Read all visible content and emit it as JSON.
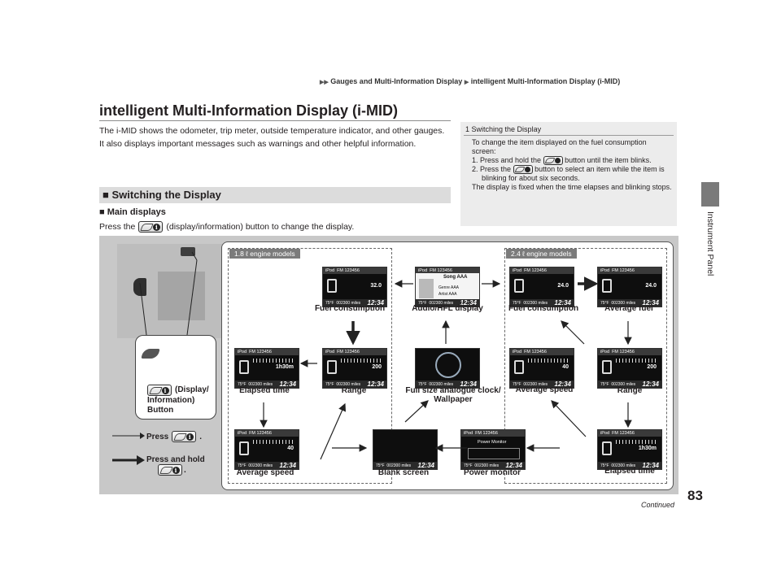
{
  "breadcrumb": {
    "level1": "Gauges and Multi-Information Display",
    "level2": "intelligent Multi-Information Display (i-MID)"
  },
  "page": {
    "title": "intelligent Multi-Information Display (i-MID)",
    "intro1": "The i-MID shows the odometer, trip meter, outside temperature indicator, and other gauges.",
    "intro2": "It also displays important messages such as warnings and other helpful information.",
    "number": "83",
    "continued": "Continued",
    "side_tab": "Instrument Panel"
  },
  "section": {
    "title": "Switching the Display",
    "sub": "Main displays",
    "press_pre": "Press the",
    "press_post": "(display/information) button to change the display."
  },
  "note": {
    "head": "Switching the Display",
    "intro": "To change the item displayed on the fuel consumption screen:",
    "step1_pre": "1. Press and hold the",
    "step1_post": "button until the item blinks.",
    "step2_pre": "2. Press the",
    "step2_post": "button to select an item while the item is blinking for about six seconds.",
    "outro": "The display is fixed when the time elapses and blinking stops."
  },
  "figure": {
    "engine_18": "1.8 ℓ engine models",
    "engine_24": "2.4 ℓ engine models",
    "callout_label1": "(Display/",
    "callout_label2": "Information)",
    "callout_label3": "Button",
    "legend_press": "Press",
    "legend_hold1": "Press and hold",
    "screens": {
      "fuel1": "Fuel consumption",
      "audio": "Audio/HFL display",
      "fuel2": "Fuel consumption",
      "avgfuel": "Average fuel",
      "elapsed1": "Elapsed time",
      "range1": "Range",
      "clock1": "Full size analogue clock/",
      "clock2": "Wallpaper",
      "avgspeed2": "Average speed",
      "range2": "Range",
      "avgspeed1": "Average speed",
      "blank": "Blank screen",
      "power": "Power monitor",
      "elapsed2": "Elapsed time"
    },
    "screen_text": {
      "ipod": "iPod",
      "fm": "FM 123456",
      "temp": "75°F",
      "odo": "002300 miles",
      "time": "12:34",
      "song": "Song AAA",
      "genre": "Genre AAA",
      "artist": "Artist AAA",
      "fuel_val": "32.0",
      "fuel_val2": "24.0",
      "range_val": "200",
      "speed_val": "40",
      "elapsed_val": "1h30m",
      "power_title": "Power Monitor"
    }
  }
}
